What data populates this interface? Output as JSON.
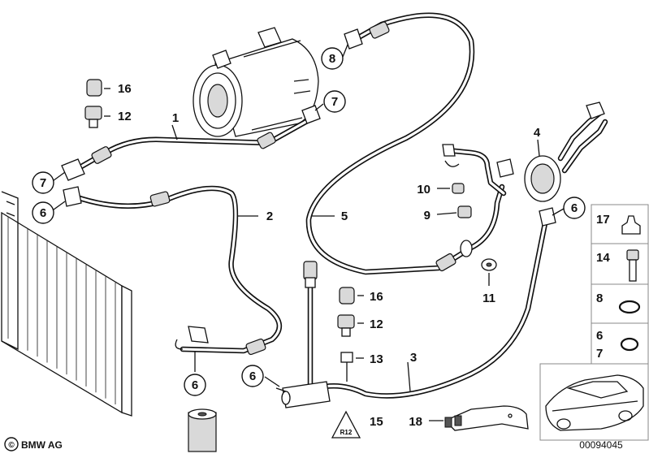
{
  "callouts": {
    "c1": "1",
    "c2": "2",
    "c3": "3",
    "c4": "4",
    "c5": "5",
    "c6a": "6",
    "c6b": "6",
    "c6c": "6",
    "c6d": "6",
    "c7a": "7",
    "c7b": "7",
    "c8": "8",
    "c9": "9",
    "c10": "10",
    "c11": "11",
    "c12a": "12",
    "c12b": "12",
    "c13": "13",
    "c14": "14",
    "c15": "15",
    "c16a": "16",
    "c16b": "16",
    "c17": "17",
    "c18": "18"
  },
  "legend_panel": {
    "row17": "17",
    "row14": "14",
    "row8": "8",
    "row67_a": "6",
    "row67_b": "7"
  },
  "footer": {
    "brand": "BMW AG",
    "diagram_id": "00094045"
  },
  "colors": {
    "line": "#111111",
    "background": "#ffffff",
    "part_fill": "#d9d9d9"
  }
}
